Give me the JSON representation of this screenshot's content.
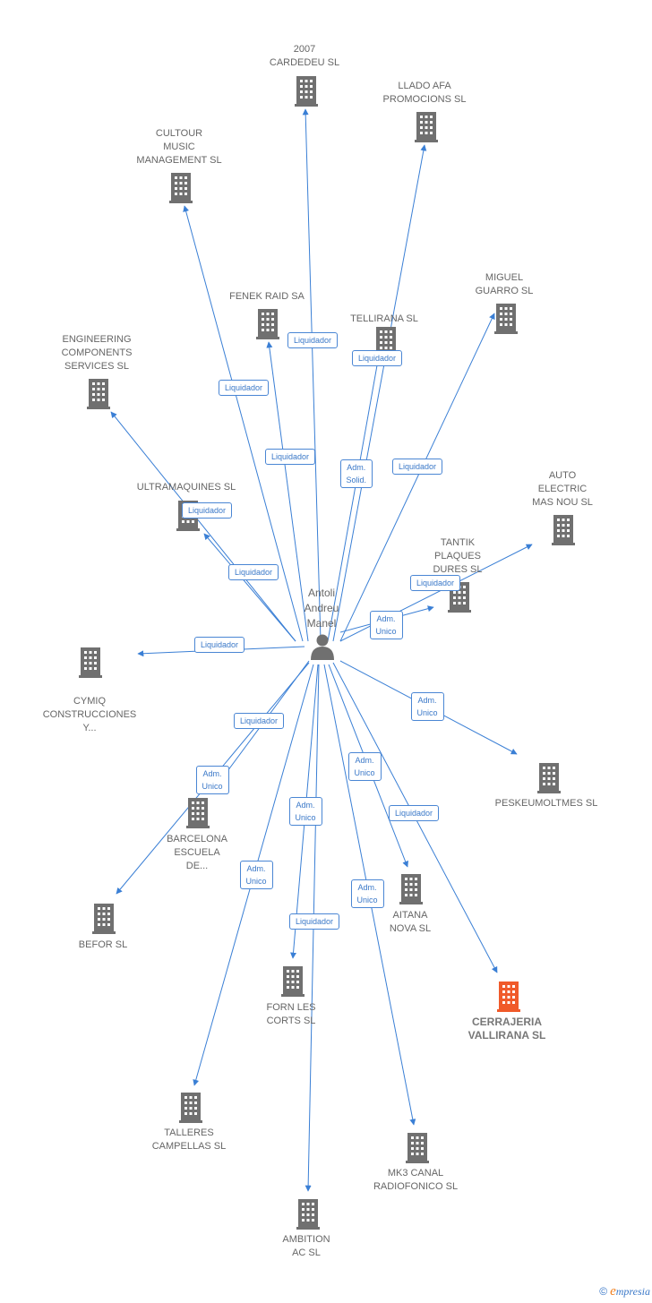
{
  "center": {
    "label": "Antoli\nAndreu\nManel"
  },
  "colors": {
    "edge": "#3a7fd5",
    "building": "#707070",
    "highlight": "#f05a2a"
  },
  "nodes": [
    {
      "id": "n1",
      "label": "2007\nCARDEDEU  SL",
      "role": "Liquidador"
    },
    {
      "id": "n2",
      "label": "LLADO AFA\nPROMOCIONS SL",
      "role": "Adm.\nSolid."
    },
    {
      "id": "n3",
      "label": "CULTOUR\nMUSIC\nMANAGEMENT SL",
      "role": "Liquidador"
    },
    {
      "id": "n4",
      "label": "FENEK RAID SA",
      "role": "Liquidador"
    },
    {
      "id": "n5",
      "label": "TELLIRANA SL",
      "role": "Liquidador"
    },
    {
      "id": "n6",
      "label": "MIGUEL\nGUARRO SL",
      "role": "Liquidador"
    },
    {
      "id": "n7",
      "label": "ENGINEERING\nCOMPONENTS\nSERVICES SL",
      "role": "Liquidador"
    },
    {
      "id": "n8",
      "label": "ULTRAMAQUINES SL",
      "role": "Liquidador"
    },
    {
      "id": "n9",
      "label": "AUTO\nELECTRIC\nMAS NOU SL",
      "role": "Liquidador"
    },
    {
      "id": "n10",
      "label": "TANTIK\nPLAQUES\nDURES SL",
      "role": "Adm.\nUnico"
    },
    {
      "id": "n11",
      "label": "CYMIQ\nCONSTRUCCIONES\nY...",
      "role": "Liquidador"
    },
    {
      "id": "n12",
      "label": "PESKEUMOLTMES SL",
      "role": "Adm.\nUnico"
    },
    {
      "id": "n13",
      "label": "BARCELONA\nESCUELA\nDE...",
      "role": "Liquidador"
    },
    {
      "id": "n14",
      "label": "BEFOR SL",
      "role": "Adm.\nUnico"
    },
    {
      "id": "n15",
      "label": "AITANA\nNOVA  SL",
      "role": "Adm.\nUnico"
    },
    {
      "id": "n16",
      "label": "FORN LES\nCORTS  SL",
      "role": "Adm.\nUnico"
    },
    {
      "id": "n17",
      "label": "CERRAJERIA\nVALLIRANA SL",
      "role": "Liquidador",
      "highlight": true
    },
    {
      "id": "n18",
      "label": "TALLERES\nCAMPELLAS SL",
      "role": "Adm.\nUnico"
    },
    {
      "id": "n19",
      "label": "MK3 CANAL\nRADIOFONICO SL",
      "role": "Adm.\nUnico"
    },
    {
      "id": "n20",
      "label": "AMBITION\nAC SL",
      "role": "Liquidador"
    }
  ],
  "footer": {
    "copyright": "©",
    "brand_initial": "e",
    "brand_rest": "mpresia"
  }
}
